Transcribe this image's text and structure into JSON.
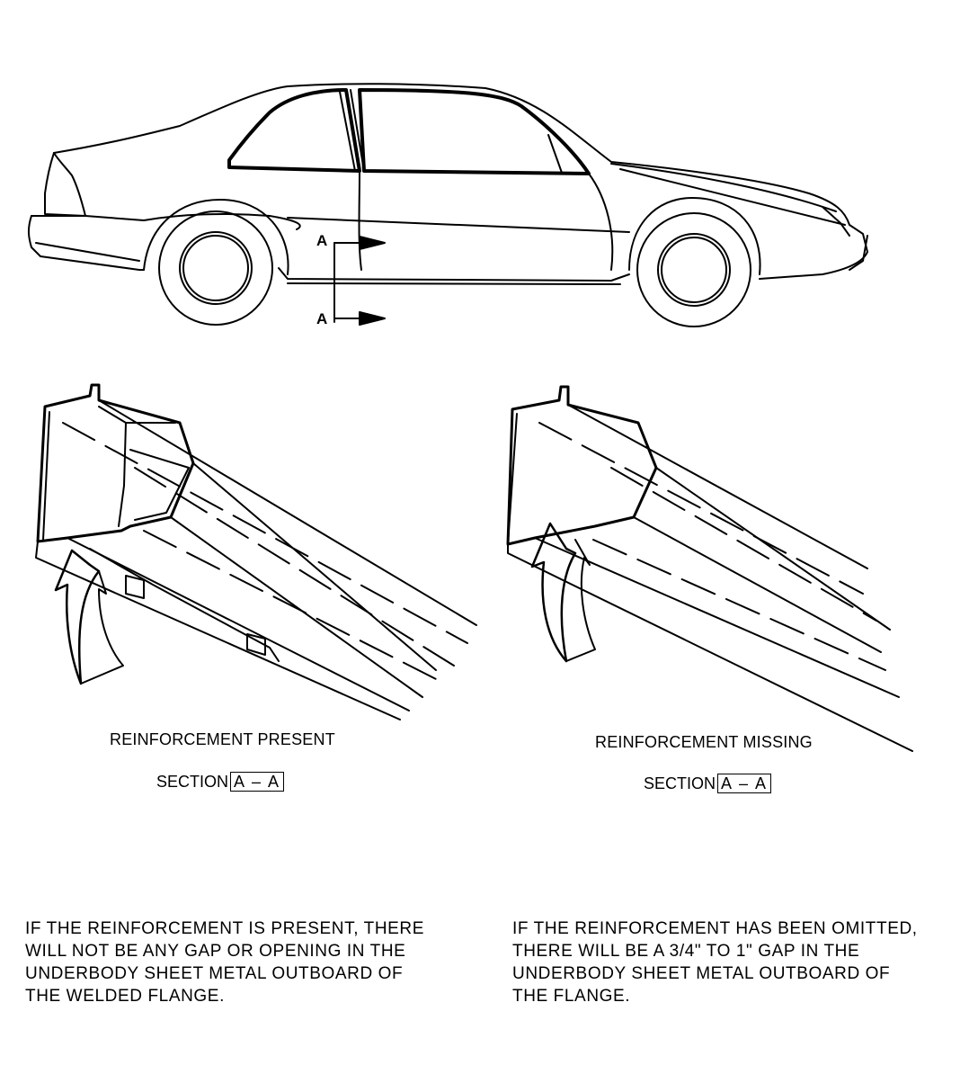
{
  "car": {
    "cut_label_top": "A",
    "cut_label_bottom": "A"
  },
  "left_view": {
    "caption": "REINFORCEMENT PRESENT",
    "section_prefix": "SECTION",
    "section_id": "A – A"
  },
  "right_view": {
    "caption": "REINFORCEMENT MISSING",
    "section_prefix": "SECTION",
    "section_id": "A – A"
  },
  "notes": {
    "left": "IF THE REINFORCEMENT IS PRESENT, THERE\nWILL NOT BE ANY GAP OR OPENING IN THE\nUNDERBODY SHEET METAL OUTBOARD OF\nTHE WELDED FLANGE.",
    "right": "IF THE REINFORCEMENT HAS BEEN OMITTED,\nTHERE WILL BE A 3/4\" TO 1\" GAP IN THE\nUNDERBODY SHEET METAL OUTBOARD OF\nTHE FLANGE."
  }
}
